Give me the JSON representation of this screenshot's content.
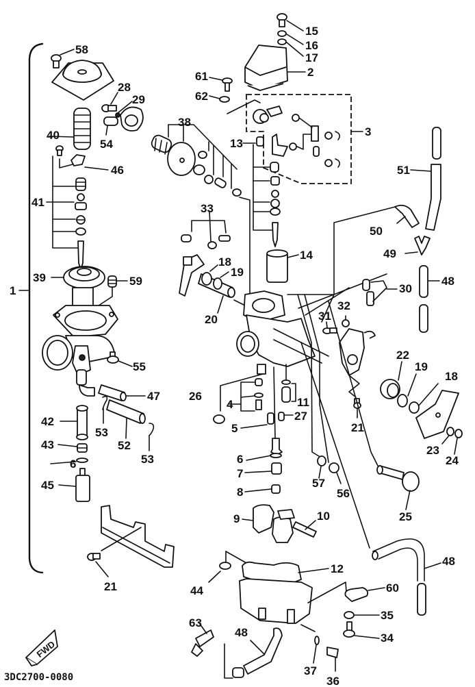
{
  "diagram": {
    "title": "Carburetor exploded parts diagram",
    "drawing_code": "3DC2700-0080",
    "direction_marker": "FWD",
    "callouts": [
      {
        "id": "c1",
        "text": "1"
      },
      {
        "id": "c2",
        "text": "2"
      },
      {
        "id": "c3",
        "text": "3"
      },
      {
        "id": "c4",
        "text": "4"
      },
      {
        "id": "c5",
        "text": "5"
      },
      {
        "id": "c6a",
        "text": "6"
      },
      {
        "id": "c6b",
        "text": "6"
      },
      {
        "id": "c7",
        "text": "7"
      },
      {
        "id": "c8",
        "text": "8"
      },
      {
        "id": "c9",
        "text": "9"
      },
      {
        "id": "c10",
        "text": "10"
      },
      {
        "id": "c11",
        "text": "11"
      },
      {
        "id": "c12",
        "text": "12"
      },
      {
        "id": "c13",
        "text": "13"
      },
      {
        "id": "c14",
        "text": "14"
      },
      {
        "id": "c15",
        "text": "15"
      },
      {
        "id": "c16",
        "text": "16"
      },
      {
        "id": "c17",
        "text": "17"
      },
      {
        "id": "c18a",
        "text": "18"
      },
      {
        "id": "c18b",
        "text": "18"
      },
      {
        "id": "c19a",
        "text": "19"
      },
      {
        "id": "c19b",
        "text": "19"
      },
      {
        "id": "c20",
        "text": "20"
      },
      {
        "id": "c21a",
        "text": "21"
      },
      {
        "id": "c21b",
        "text": "21"
      },
      {
        "id": "c22",
        "text": "22"
      },
      {
        "id": "c23",
        "text": "23"
      },
      {
        "id": "c24",
        "text": "24"
      },
      {
        "id": "c25",
        "text": "25"
      },
      {
        "id": "c26",
        "text": "26"
      },
      {
        "id": "c27",
        "text": "27"
      },
      {
        "id": "c28",
        "text": "28"
      },
      {
        "id": "c29",
        "text": "29"
      },
      {
        "id": "c30",
        "text": "30"
      },
      {
        "id": "c31",
        "text": "31"
      },
      {
        "id": "c32",
        "text": "32"
      },
      {
        "id": "c33",
        "text": "33"
      },
      {
        "id": "c34",
        "text": "34"
      },
      {
        "id": "c35",
        "text": "35"
      },
      {
        "id": "c36",
        "text": "36"
      },
      {
        "id": "c37",
        "text": "37"
      },
      {
        "id": "c38",
        "text": "38"
      },
      {
        "id": "c39",
        "text": "39"
      },
      {
        "id": "c40",
        "text": "40"
      },
      {
        "id": "c41",
        "text": "41"
      },
      {
        "id": "c42",
        "text": "42"
      },
      {
        "id": "c43",
        "text": "43"
      },
      {
        "id": "c44",
        "text": "44"
      },
      {
        "id": "c45",
        "text": "45"
      },
      {
        "id": "c46",
        "text": "46"
      },
      {
        "id": "c47",
        "text": "47"
      },
      {
        "id": "c48a",
        "text": "48"
      },
      {
        "id": "c48b",
        "text": "48"
      },
      {
        "id": "c48c",
        "text": "48"
      },
      {
        "id": "c49",
        "text": "49"
      },
      {
        "id": "c50",
        "text": "50"
      },
      {
        "id": "c51",
        "text": "51"
      },
      {
        "id": "c52",
        "text": "52"
      },
      {
        "id": "c53a",
        "text": "53"
      },
      {
        "id": "c53b",
        "text": "53"
      },
      {
        "id": "c54",
        "text": "54"
      },
      {
        "id": "c55",
        "text": "55"
      },
      {
        "id": "c56",
        "text": "56"
      },
      {
        "id": "c57",
        "text": "57"
      },
      {
        "id": "c58",
        "text": "58"
      },
      {
        "id": "c59",
        "text": "59"
      },
      {
        "id": "c60",
        "text": "60"
      },
      {
        "id": "c61",
        "text": "61"
      },
      {
        "id": "c62",
        "text": "62"
      },
      {
        "id": "c63",
        "text": "63"
      }
    ]
  }
}
